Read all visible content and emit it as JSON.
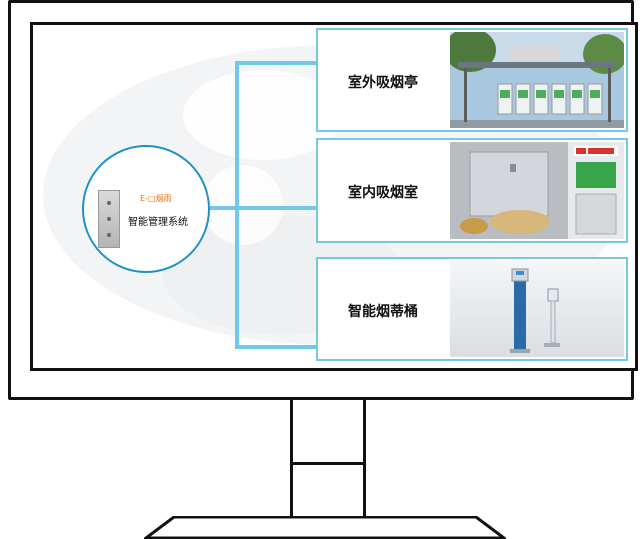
{
  "hub": {
    "logo_text": "E-□烟雨",
    "title": "智能管理系统"
  },
  "cards": [
    {
      "label": "室外吸烟亭",
      "image_icon": "outdoor-smoking-pavilion-photo"
    },
    {
      "label": "室内吸烟室",
      "image_icon": "indoor-smoking-room-photo"
    },
    {
      "label": "智能烟蒂桶",
      "image_icon": "smart-ashtray-bin-photo"
    }
  ],
  "colors": {
    "accent": "#1f91c7",
    "connector": "#6ec9ea",
    "card_border": "#74c7e6",
    "logo": "#e8701e"
  }
}
